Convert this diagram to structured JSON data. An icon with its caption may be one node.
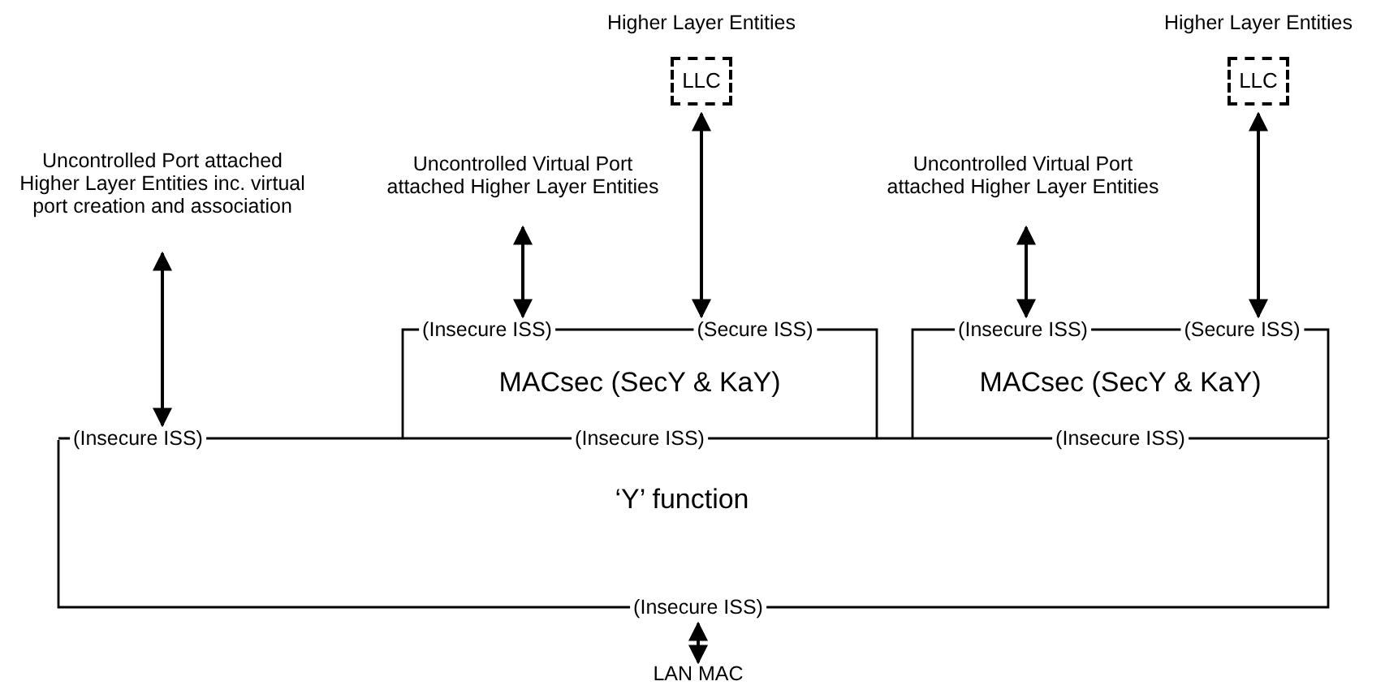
{
  "diagram": {
    "nodes": [
      {
        "text": [
          "Uncontrolled Port attached Higher Layer Entities inc. virtual port creation and association"
        ]
      },
      {
        "text": [
          "Uncontrolled Virtual Port attached Higher Layer Entities"
        ]
      },
      {
        "text": [
          "Higher Layer Entities",
          "LLC"
        ]
      },
      {
        "text": [
          "Uncontrolled Virtual Port attached Higher Layer Entities"
        ]
      },
      {
        "text": [
          "Higher Layer Entities",
          "LLC"
        ]
      },
      {
        "text": [
          "(Insecure ISS)",
          "(Secure ISS)",
          "MACsec (SecY & KaY)",
          "(Insecure ISS)"
        ]
      },
      {
        "text": [
          "(Insecure ISS)",
          "(Secure ISS)",
          "MACsec (SecY & KaY)",
          "(Insecure ISS)"
        ]
      },
      {
        "text": [
          "(Insecure ISS)",
          "‘Y’ function",
          "(Insecure ISS)"
        ]
      },
      {
        "text": [
          "LAN MAC"
        ]
      }
    ],
    "edges": [
      {
        "from": 0,
        "to": 7,
        "arrow": "both"
      },
      {
        "from": 1,
        "to": 5,
        "arrow": "both"
      },
      {
        "from": 2,
        "to": 5,
        "arrow": "both"
      },
      {
        "from": 3,
        "to": 6,
        "arrow": "both"
      },
      {
        "from": 4,
        "to": 6,
        "arrow": "both"
      },
      {
        "from": 7,
        "to": 8,
        "arrow": "both"
      }
    ]
  }
}
